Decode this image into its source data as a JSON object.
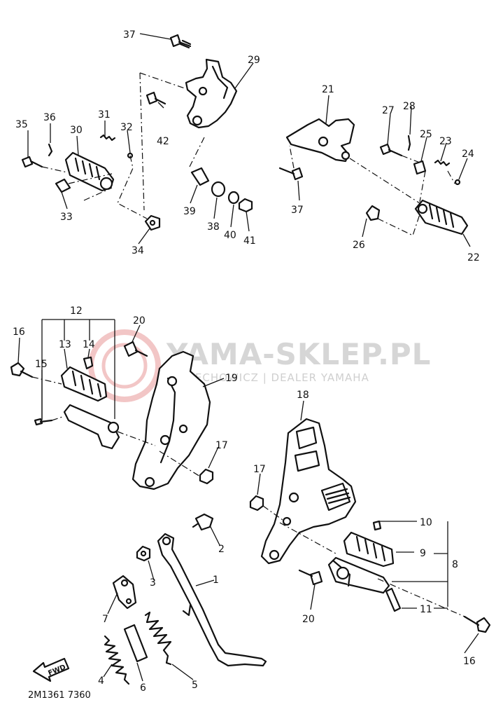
{
  "watermark": {
    "brand": "YAMA-SKLEP.PL",
    "subtitle": "CIECHOWICZ | DEALER YAMAHA"
  },
  "diagram_code": "2M1361 7360",
  "fwd_label": "FWD",
  "callouts": [
    "1",
    "2",
    "3",
    "4",
    "5",
    "6",
    "7",
    "8",
    "9",
    "10",
    "11",
    "12",
    "13",
    "14",
    "15",
    "16",
    "17",
    "18",
    "19",
    "20",
    "21",
    "22",
    "23",
    "24",
    "25",
    "26",
    "27",
    "28",
    "29",
    "30",
    "31",
    "32",
    "33",
    "34",
    "35",
    "36",
    "37",
    "38",
    "39",
    "40",
    "41",
    "42"
  ]
}
